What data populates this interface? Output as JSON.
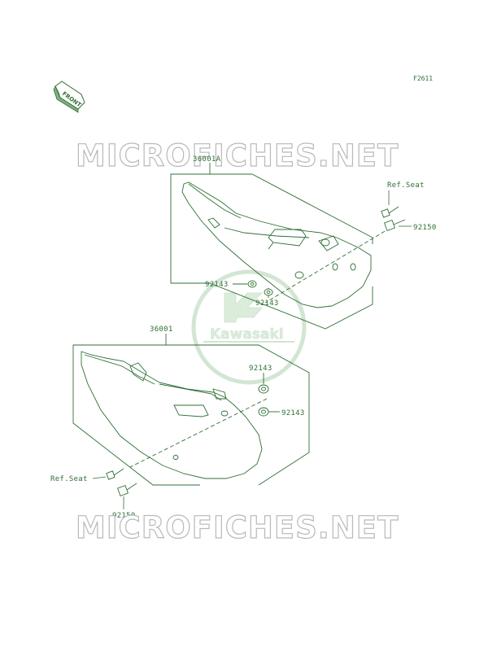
{
  "figure_id": "F2611",
  "watermark_text": "MICROFICHES.NET",
  "logo_text": "Kawasaki",
  "front_label": "FRONT",
  "labels": {
    "upper_assembly": "36001A",
    "upper_ref_seat": "Ref.Seat",
    "upper_bolt": "92150",
    "upper_grommet_a": "92143",
    "upper_grommet_b": "92143",
    "lower_assembly": "36001",
    "lower_grommet_a": "92143",
    "lower_grommet_b": "92143",
    "lower_ref_seat": "Ref.Seat",
    "lower_bolt": "92150"
  },
  "colors": {
    "line": "#2f6f35",
    "watermark": "#b9b9b9",
    "logo": "#cfe3cf"
  }
}
